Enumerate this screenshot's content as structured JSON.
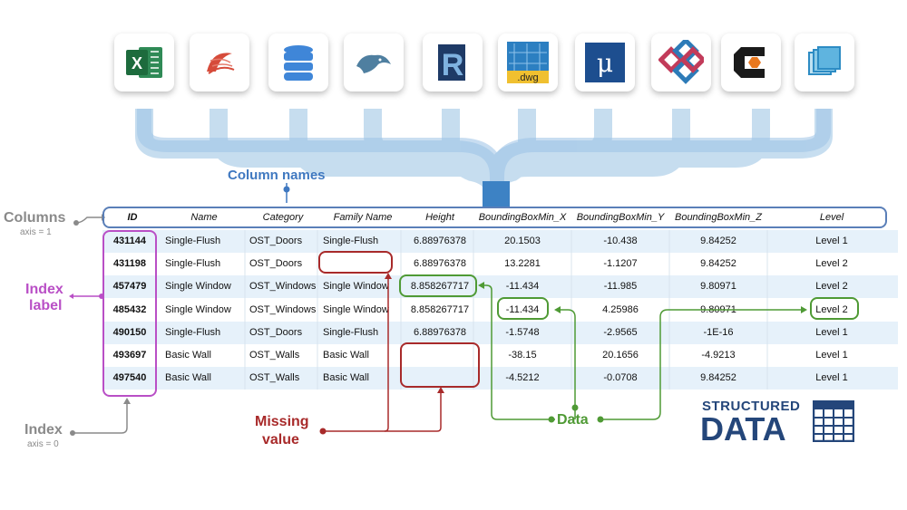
{
  "icons": [
    {
      "name": "excel-icon"
    },
    {
      "name": "sql-server-icon"
    },
    {
      "name": "database-icon"
    },
    {
      "name": "mysql-icon"
    },
    {
      "name": "revit-icon"
    },
    {
      "name": "dwg-icon"
    },
    {
      "name": "microstation-icon"
    },
    {
      "name": "ifc-icon"
    },
    {
      "name": "datadrivenconstruction-icon"
    },
    {
      "name": "layers-icon"
    }
  ],
  "icon_text": {
    "dwg": ".dwg",
    "mu": "μ",
    "r": "R",
    "x": "X"
  },
  "labels": {
    "column_names": "Column names",
    "columns": "Columns",
    "columns_axis": "axis = 1",
    "index_label_1": "Index",
    "index_label_2": "label",
    "index": "Index",
    "index_axis": "axis = 0",
    "missing_1": "Missing",
    "missing_2": "value",
    "data": "Data",
    "structured": "STRUCTURED",
    "data_big": "DATA"
  },
  "table": {
    "headers": [
      "ID",
      "Name",
      "Category",
      "Family Name",
      "Height",
      "BoundingBoxMin_X",
      "BoundingBoxMin_Y",
      "BoundingBoxMin_Z",
      "Level"
    ],
    "rows": [
      [
        "431144",
        "Single-Flush",
        "OST_Doors",
        "Single-Flush",
        "6.88976378",
        "20.1503",
        "-10.438",
        "9.84252",
        "Level 1"
      ],
      [
        "431198",
        "Single-Flush",
        "OST_Doors",
        "",
        "6.88976378",
        "13.2281",
        "-1.1207",
        "9.84252",
        "Level 2"
      ],
      [
        "457479",
        "Single Window",
        "OST_Windows",
        "Single Window",
        "8.858267717",
        "-11.434",
        "-11.985",
        "9.80971",
        "Level 2"
      ],
      [
        "485432",
        "Single Window",
        "OST_Windows",
        "Single Window",
        "8.858267717",
        "-11.434",
        "4.25986",
        "9.80971",
        "Level 2"
      ],
      [
        "490150",
        "Single-Flush",
        "OST_Doors",
        "Single-Flush",
        "6.88976378",
        "-1.5748",
        "-2.9565",
        "-1E-16",
        "Level 1"
      ],
      [
        "493697",
        "Basic Wall",
        "OST_Walls",
        "Basic Wall",
        "",
        "-38.15",
        "20.1656",
        "-4.9213",
        "Level 1"
      ],
      [
        "497540",
        "Basic Wall",
        "OST_Walls",
        "Basic Wall",
        "",
        "-4.5212",
        "-0.0708",
        "9.84252",
        "Level 1"
      ]
    ]
  },
  "colors": {
    "blue": "#3f78c0",
    "purple": "#b94fc6",
    "red": "#a82a2a",
    "green": "#4f9a35",
    "grey": "#8a8a8a",
    "navy": "#24467a"
  }
}
